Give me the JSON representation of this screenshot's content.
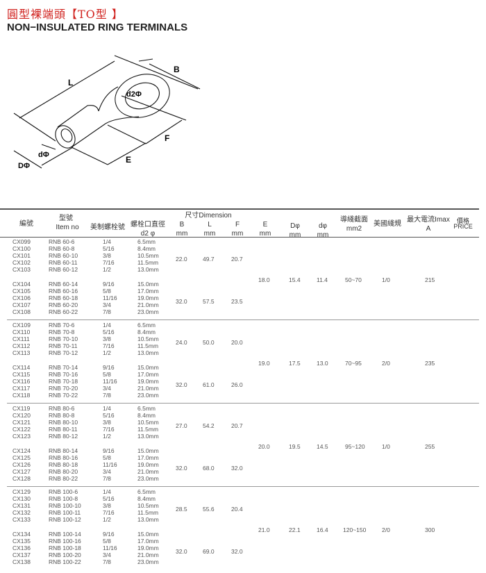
{
  "title_cn": "圓型裸端頭【TO型 】",
  "title_en": "NON−INSULATED RING TERMINALS",
  "diagram_labels": {
    "L": "L",
    "B": "B",
    "d2": "d2Φ",
    "F": "F",
    "E": "E",
    "d": "dΦ",
    "D": "DΦ"
  },
  "headers": {
    "code": "編號",
    "item_cn": "型號",
    "item_en": "Item no",
    "screw": "美制螺栓號",
    "d2_cn": "螺栓口直徑",
    "d2_en": "d2 φ",
    "dimension": "尺寸Dimension",
    "B": "B",
    "L": "L",
    "F": "F",
    "E": "E",
    "D": "Dφ",
    "d": "dφ",
    "mm": "mm",
    "area_cn": "導綫截面",
    "area_en": "mm2",
    "awg": "美國綫規",
    "imax_cn": "最大電流Imax",
    "imax_en": "A",
    "price_cn": "價格",
    "price_en": "PRICE"
  },
  "groups": [
    {
      "E": "18.0",
      "D": "15.4",
      "d": "11.4",
      "area": "50~70",
      "awg": "1/0",
      "imax": "215",
      "subs": [
        {
          "B": "22.0",
          "L": "49.7",
          "F": "20.7",
          "rows": [
            [
              "CX099",
              "RNB 60-6",
              "1/4",
              "6.5mm"
            ],
            [
              "CX100",
              "RNB 60-8",
              "5/16",
              "8.4mm"
            ],
            [
              "CX101",
              "RNB 60-10",
              "3/8",
              "10.5mm"
            ],
            [
              "CX102",
              "RNB 60-11",
              "7/16",
              "11.5mm"
            ],
            [
              "CX103",
              "RNB 60-12",
              "1/2",
              "13.0mm"
            ]
          ]
        },
        {
          "B": "32.0",
          "L": "57.5",
          "F": "23.5",
          "rows": [
            [
              "CX104",
              "RNB 60-14",
              "9/16",
              "15.0mm"
            ],
            [
              "CX105",
              "RNB 60-16",
              "5/8",
              "17.0mm"
            ],
            [
              "CX106",
              "RNB 60-18",
              "11/16",
              "19.0mm"
            ],
            [
              "CX107",
              "RNB 60-20",
              "3/4",
              "21.0mm"
            ],
            [
              "CX108",
              "RNB 60-22",
              "7/8",
              "23.0mm"
            ]
          ]
        }
      ]
    },
    {
      "E": "19.0",
      "D": "17.5",
      "d": "13.0",
      "area": "70~95",
      "awg": "2/0",
      "imax": "235",
      "subs": [
        {
          "B": "24.0",
          "L": "50.0",
          "F": "20.0",
          "rows": [
            [
              "CX109",
              "RNB 70-6",
              "1/4",
              "6.5mm"
            ],
            [
              "CX110",
              "RNB 70-8",
              "5/16",
              "8.4mm"
            ],
            [
              "CX111",
              "RNB 70-10",
              "3/8",
              "10.5mm"
            ],
            [
              "CX112",
              "RNB 70-11",
              "7/16",
              "11.5mm"
            ],
            [
              "CX113",
              "RNB 70-12",
              "1/2",
              "13.0mm"
            ]
          ]
        },
        {
          "B": "32.0",
          "L": "61.0",
          "F": "26.0",
          "rows": [
            [
              "CX114",
              "RNB 70-14",
              "9/16",
              "15.0mm"
            ],
            [
              "CX115",
              "RNB 70-16",
              "5/8",
              "17.0mm"
            ],
            [
              "CX116",
              "RNB 70-18",
              "11/16",
              "19.0mm"
            ],
            [
              "CX117",
              "RNB 70-20",
              "3/4",
              "21.0mm"
            ],
            [
              "CX118",
              "RNB 70-22",
              "7/8",
              "23.0mm"
            ]
          ]
        }
      ]
    },
    {
      "E": "20.0",
      "D": "19.5",
      "d": "14.5",
      "area": "95~120",
      "awg": "1/0",
      "imax": "255",
      "subs": [
        {
          "B": "27.0",
          "L": "54.2",
          "F": "20.7",
          "rows": [
            [
              "CX119",
              "RNB 80-6",
              "1/4",
              "6.5mm"
            ],
            [
              "CX120",
              "RNB 80-8",
              "5/16",
              "8.4mm"
            ],
            [
              "CX121",
              "RNB 80-10",
              "3/8",
              "10.5mm"
            ],
            [
              "CX122",
              "RNB 80-11",
              "7/16",
              "11.5mm"
            ],
            [
              "CX123",
              "RNB 80-12",
              "1/2",
              "13.0mm"
            ]
          ]
        },
        {
          "B": "32.0",
          "L": "68.0",
          "F": "32.0",
          "rows": [
            [
              "CX124",
              "RNB 80-14",
              "9/16",
              "15.0mm"
            ],
            [
              "CX125",
              "RNB 80-16",
              "5/8",
              "17.0mm"
            ],
            [
              "CX126",
              "RNB 80-18",
              "11/16",
              "19.0mm"
            ],
            [
              "CX127",
              "RNB 80-20",
              "3/4",
              "21.0mm"
            ],
            [
              "CX128",
              "RNB 80-22",
              "7/8",
              "23.0mm"
            ]
          ]
        }
      ]
    },
    {
      "E": "21.0",
      "D": "22.1",
      "d": "16.4",
      "area": "120~150",
      "awg": "2/0",
      "imax": "300",
      "subs": [
        {
          "B": "28.5",
          "L": "55.6",
          "F": "20.4",
          "rows": [
            [
              "CX129",
              "RNB 100-6",
              "1/4",
              "6.5mm"
            ],
            [
              "CX130",
              "RNB 100-8",
              "5/16",
              "8.4mm"
            ],
            [
              "CX131",
              "RNB 100-10",
              "3/8",
              "10.5mm"
            ],
            [
              "CX132",
              "RNB 100-11",
              "7/16",
              "11.5mm"
            ],
            [
              "CX133",
              "RNB 100-12",
              "1/2",
              "13.0mm"
            ]
          ]
        },
        {
          "B": "32.0",
          "L": "69.0",
          "F": "32.0",
          "rows": [
            [
              "CX134",
              "RNB 100-14",
              "9/16",
              "15.0mm"
            ],
            [
              "CX135",
              "RNB 100-16",
              "5/8",
              "17.0mm"
            ],
            [
              "CX136",
              "RNB 100-18",
              "11/16",
              "19.0mm"
            ],
            [
              "CX137",
              "RNB 100-20",
              "3/4",
              "21.0mm"
            ],
            [
              "CX138",
              "RNB 100-22",
              "7/8",
              "23.0mm"
            ]
          ]
        }
      ]
    }
  ]
}
